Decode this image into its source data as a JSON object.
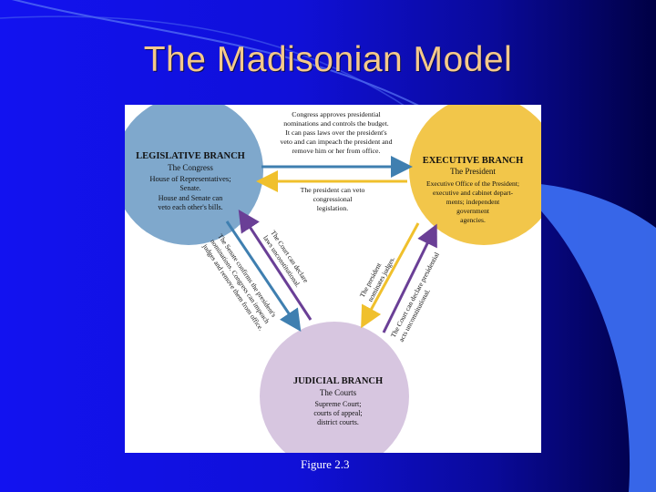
{
  "slide": {
    "title": "The Madisonian Model",
    "caption": "Figure 2.3"
  },
  "colors": {
    "legislative": "#7fa8cc",
    "executive": "#f2c64a",
    "judicial": "#d7c6e0",
    "arrow_blue": "#3f7fb0",
    "arrow_yellow": "#f0c02c",
    "arrow_purple": "#6a3f96",
    "title_text": "#f4c98a"
  },
  "diagram": {
    "legislative": {
      "name": "LEGISLATIVE BRANCH",
      "lines": [
        "The Congress",
        "House of Representatives;",
        "Senate.",
        "House and Senate can",
        "veto each other's bills."
      ]
    },
    "executive": {
      "name": "EXECUTIVE BRANCH",
      "lines": [
        "The President",
        "Executive Office of the President;",
        "executive and cabinet depart-",
        "ments; independent",
        "government",
        "agencies."
      ]
    },
    "judicial": {
      "name": "JUDICIAL BRANCH",
      "lines": [
        "The Courts",
        "Supreme Court;",
        "courts of appeal;",
        "district courts."
      ]
    },
    "arrows": {
      "congress_to_president": [
        "Congress approves presidential",
        "nominations and controls the budget.",
        "It can pass laws over the president's",
        "veto and can impeach the president and",
        "remove him or her from office."
      ],
      "president_to_congress": [
        "The president can veto",
        "congressional",
        "legislation."
      ],
      "court_to_congress": [
        "The Court can declare",
        "laws unconstitutional."
      ],
      "senate_to_court": [
        "The Senate confirms the president's",
        "nominations. Congress can impeach",
        "judges and remove them from office."
      ],
      "president_to_court": [
        "The president",
        "nominates judges."
      ],
      "court_to_president": [
        "The Court can declare presidential",
        "acts unconstitutional."
      ]
    }
  }
}
